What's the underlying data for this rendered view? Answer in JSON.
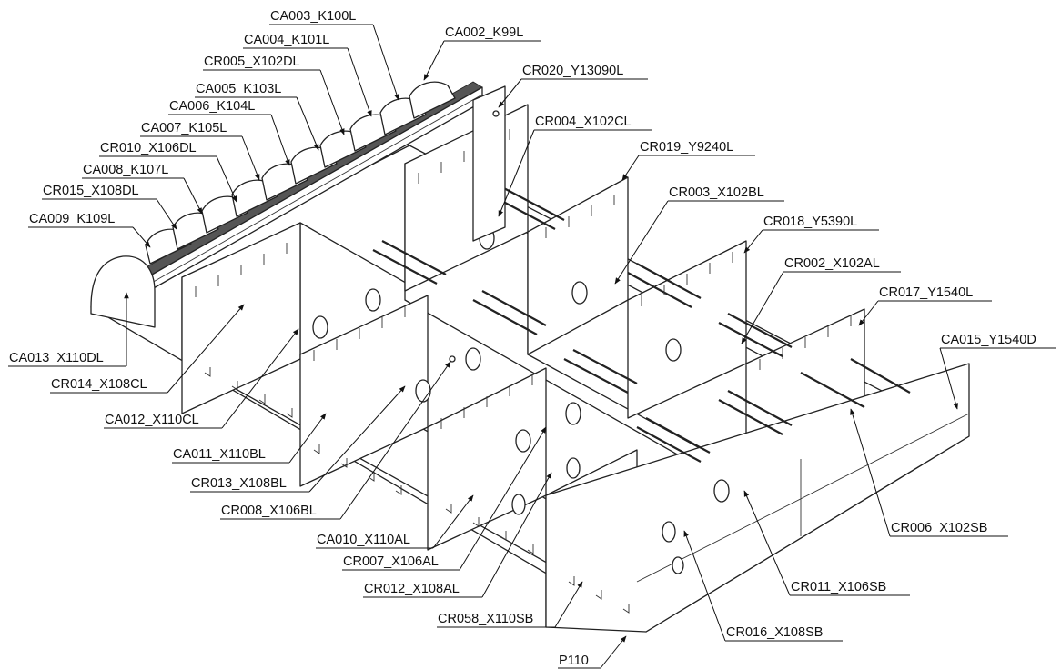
{
  "labels": [
    {
      "id": "ca003",
      "text": "CA003_K100L"
    },
    {
      "id": "ca002",
      "text": "CA002_K99L"
    },
    {
      "id": "ca004",
      "text": "CA004_K101L"
    },
    {
      "id": "cr005",
      "text": "CR005_X102DL"
    },
    {
      "id": "cr020",
      "text": "CR020_Y13090L"
    },
    {
      "id": "ca005",
      "text": "CA005_K103L"
    },
    {
      "id": "ca006",
      "text": "CA006_K104L"
    },
    {
      "id": "cr004",
      "text": "CR004_X102CL"
    },
    {
      "id": "ca007",
      "text": "CA007_K105L"
    },
    {
      "id": "cr010",
      "text": "CR010_X106DL"
    },
    {
      "id": "cr019",
      "text": "CR019_Y9240L"
    },
    {
      "id": "ca008",
      "text": "CA008_K107L"
    },
    {
      "id": "cr015",
      "text": "CR015_X108DL"
    },
    {
      "id": "cr003",
      "text": "CR003_X102BL"
    },
    {
      "id": "ca009",
      "text": "CA009_K109L"
    },
    {
      "id": "cr018",
      "text": "CR018_Y5390L"
    },
    {
      "id": "cr002",
      "text": "CR002_X102AL"
    },
    {
      "id": "cr017",
      "text": "CR017_Y1540L"
    },
    {
      "id": "ca015",
      "text": "CA015_Y1540D"
    },
    {
      "id": "ca013",
      "text": "CA013_X110DL"
    },
    {
      "id": "cr014",
      "text": "CR014_X108CL"
    },
    {
      "id": "ca012",
      "text": "CA012_X110CL"
    },
    {
      "id": "ca011",
      "text": "CA011_X110BL"
    },
    {
      "id": "cr013",
      "text": "CR013_X108BL"
    },
    {
      "id": "cr008",
      "text": "CR008_X106BL"
    },
    {
      "id": "cr006",
      "text": "CR006_X102SB"
    },
    {
      "id": "ca010",
      "text": "CA010_X110AL"
    },
    {
      "id": "cr007",
      "text": "CR007_X106AL"
    },
    {
      "id": "cr011",
      "text": "CR011_X106SB"
    },
    {
      "id": "cr012",
      "text": "CR012_X108AL"
    },
    {
      "id": "cr058",
      "text": "CR058_X110SB"
    },
    {
      "id": "cr016",
      "text": "CR016_X108SB"
    },
    {
      "id": "p110",
      "text": "P110"
    }
  ]
}
